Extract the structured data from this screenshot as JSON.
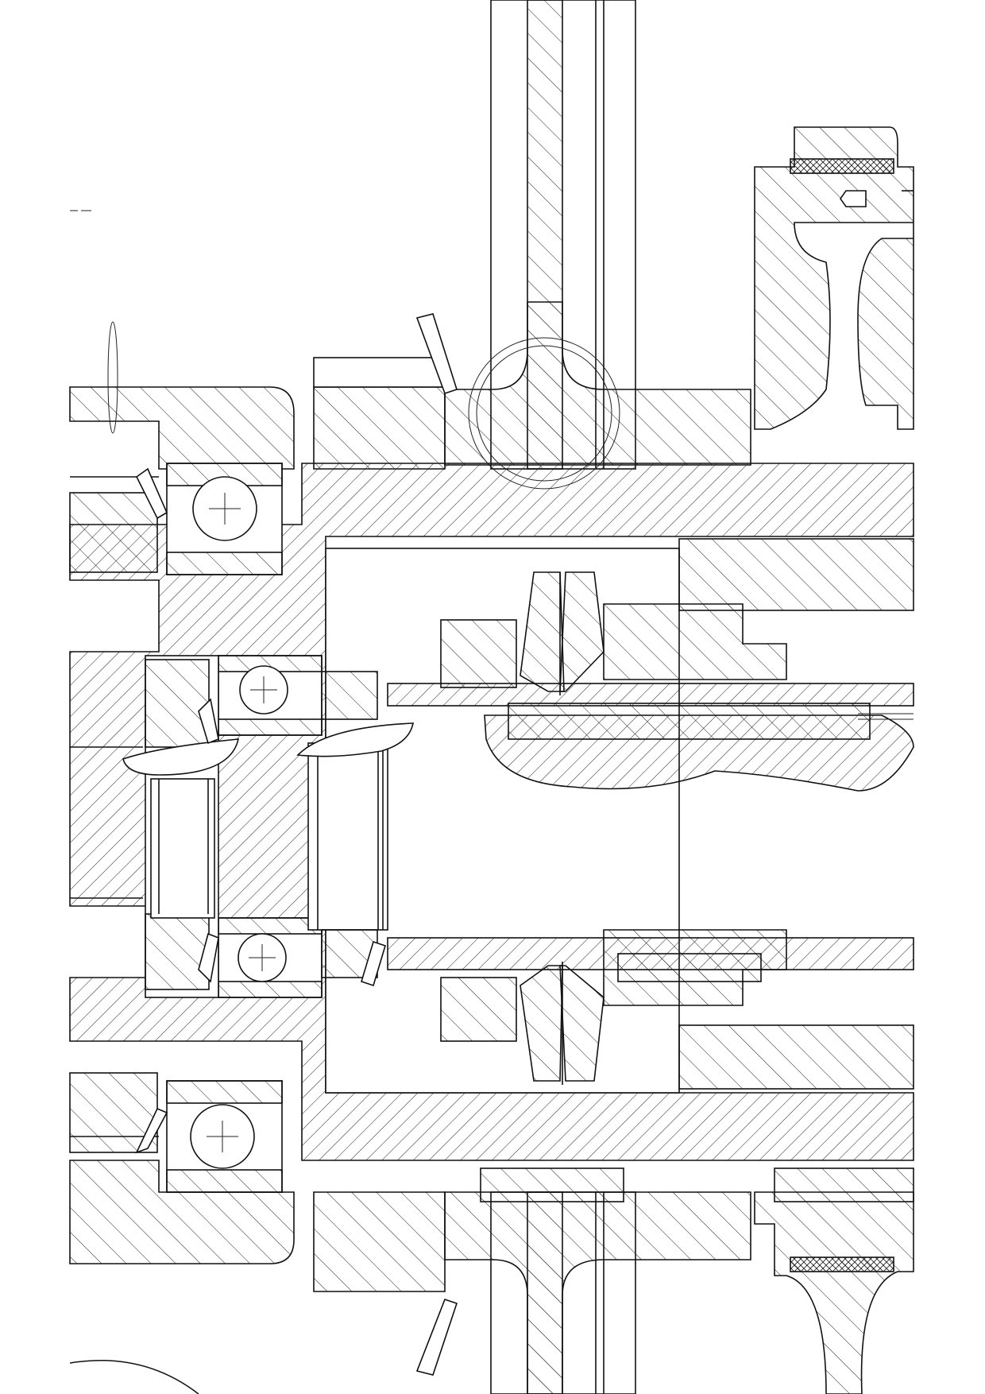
{
  "drawing": {
    "kind": "mechanical assembly cross-section",
    "line_color": "#111111",
    "background_color": "#ffffff",
    "components": [
      "housing",
      "input-shaft",
      "ball-bearings",
      "bevel-gears",
      "spur-gear",
      "pulley",
      "needle-roller-bearing",
      "keys",
      "retaining-rings"
    ]
  }
}
